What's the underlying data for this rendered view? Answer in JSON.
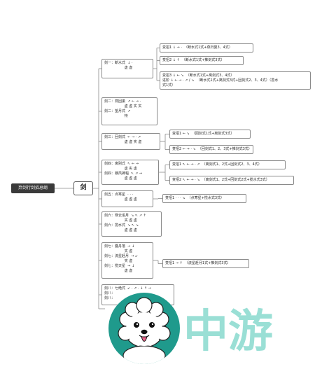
{
  "root": {
    "label": "弃剑行剑招总纲"
  },
  "main": {
    "label": "剑"
  },
  "branches": [
    {
      "id": "b1",
      "lines": [
        "剑一：断水式  ↓ ·",
        "                  虚 虚"
      ]
    },
    {
      "id": "b2",
      "lines": [
        "剑二：燕回巢  ↗ ← → ·",
        "                  虚 虚 实 实",
        "剑二：望月式  ↗",
        "                  特"
      ]
    },
    {
      "id": "b3",
      "lines": [
        "剑三：回剑式  ← → · ↗",
        "                  虚 虚 实 虚"
      ]
    },
    {
      "id": "b4",
      "lines": [
        "剑四：离别式  ↖ ← →",
        "                  虚 实 虚",
        "剑四：暴风裤幅  ↖ ↗ →",
        "                  虚 虚 虚"
      ]
    },
    {
      "id": "b5",
      "lines": [
        "剑五：点寒星  · · ·",
        "                  虚 虚 虚"
      ]
    },
    {
      "id": "b6",
      "lines": [
        "剑六：穿云追月  ↘ ↖ ↗ ↑",
        "                  实 虚 虚",
        "剑六：揽水式  ↘ ↖ ↘",
        "                  虚 虚 虚"
      ]
    },
    {
      "id": "b7",
      "lines": [
        "剑七：叠舟落  → ↓",
        "                  实 虚",
        "剑七：流星赶月  → ↙",
        "                  实 虚",
        "剑七：揽天星  → ↓",
        "                  虚 虚"
      ]
    },
    {
      "id": "b8",
      "lines": [
        "剑八：七绝式  ↙ · ↗ · ↓ ↑ →",
        "剑八：",
        "剑八："
      ]
    }
  ],
  "leaves": [
    {
      "id": "l1",
      "lines": [
        "变招1 ↓ → ·  （断水式1式+燕归巢3、4式）"
      ]
    },
    {
      "id": "l2",
      "lines": [
        "变招2 ↓ ↑  （断水式1式+推剑式3式）"
      ]
    },
    {
      "id": "l3",
      "lines": [
        "变招3 ↓ ← ↘  （断水式1式+离剑式3、4式）",
        "进阶 ↓ ← → · ↗ / ↘  （断水式1式+离剑式3式+回剑式2、3、4式）（揽水",
        "式1式）"
      ]
    },
    {
      "id": "l4",
      "lines": [
        "变招1 ← ↘  （回剑式1式+离剑式3式）"
      ]
    },
    {
      "id": "l5",
      "lines": [
        "变招2 ← → · ↘  （回剑式1、2、3式+推剑式3式）"
      ]
    },
    {
      "id": "l6",
      "lines": [
        "变招1 ↖ ← → · ↗  （离剑式1、2式+回剑式2、3、4式）"
      ]
    },
    {
      "id": "l7",
      "lines": [
        "变招2 ↖ ← → · ↘  （离剑式1、2式+回剑式2式+揽水式3式）"
      ]
    },
    {
      "id": "l8",
      "lines": [
        "变招1 · · · ↘  （点寒星+揽水式3式）"
      ]
    },
    {
      "id": "l9",
      "lines": [
        "变招1 → ↑  （流星赶月1式+推剑式3式）"
      ]
    }
  ],
  "mascot": {
    "name": "dog-avatar-icon"
  },
  "watermark": {
    "text": "中游"
  },
  "colors": {
    "line": "#8a8a8a",
    "rootBg": "#3a3a3a",
    "mascotBg": "#1f9a8c",
    "watermark": "#37c0ad"
  }
}
